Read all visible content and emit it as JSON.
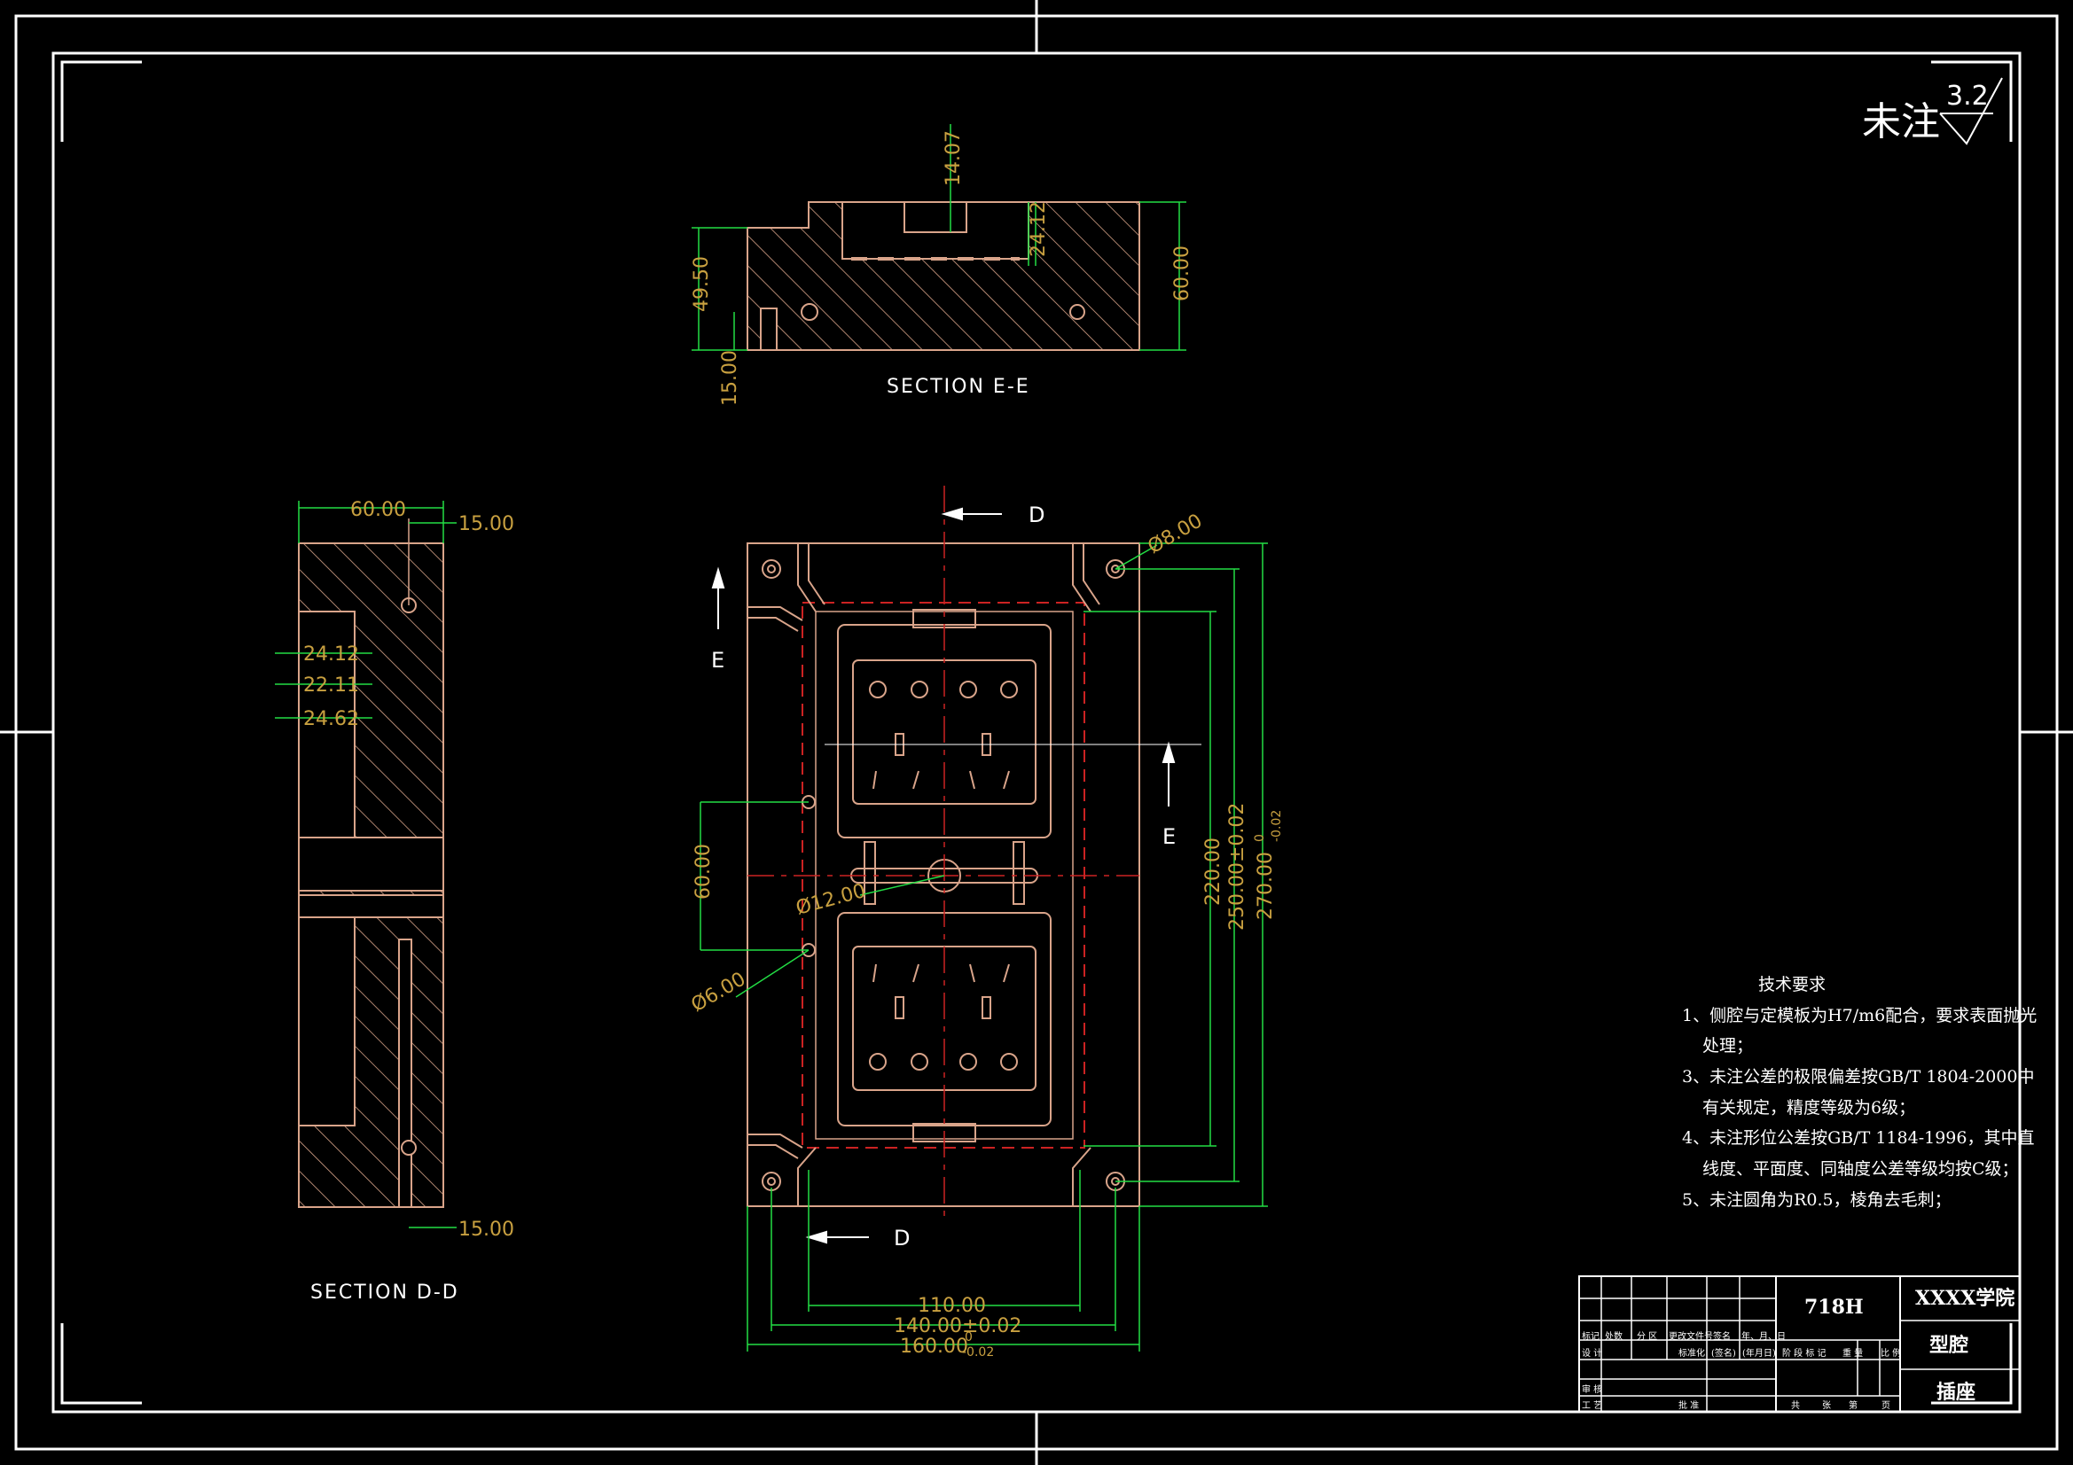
{
  "colors": {
    "background": "#000000",
    "frame": "#ffffff",
    "part_outline": "#d9a48a",
    "dimension": "#c8a040",
    "dim_line": "#22dd44",
    "leader_cyan": "#33ccdd",
    "center_line": "#cc2222",
    "text": "#ffffff"
  },
  "surface_note": {
    "label": "未注",
    "value": "3.2"
  },
  "section_ee": {
    "title": "SECTION E-E",
    "dims": [
      "14.07",
      "24.12",
      "49.50",
      "60.00",
      "15.00"
    ]
  },
  "section_dd": {
    "title": "SECTION D-D",
    "dims": [
      "60.00",
      "15.00",
      "24.12",
      "22.11",
      "24.62",
      "15.00"
    ]
  },
  "plan_view": {
    "section_marks": [
      "D",
      "E",
      "E",
      "D"
    ],
    "dims": {
      "hole_large": "Ø8.00",
      "hole_center": "Ø12.00",
      "hole_small": "Ø6.00",
      "vert_60": "60.00",
      "vert_220": "220.00",
      "vert_250": "250.00±0.02",
      "vert_270": "270.00",
      "vert_270_tol_top": "0",
      "vert_270_tol_bottom": "-0.02",
      "horiz_110": "110.00",
      "horiz_140": "140.00±0.02",
      "horiz_160": "160.00",
      "horiz_160_tol_top": "0",
      "horiz_160_tol_bottom": "-0.02"
    }
  },
  "tech_requirements": {
    "title": "技术要求",
    "lines": [
      "1、侧腔与定模板为H7/m6配合，要求表面抛光",
      "处理；",
      "3、未注公差的极限偏差按GB/T 1804-2000中",
      "有关规定，精度等级为6级；",
      "4、未注形位公差按GB/T 1184-1996，其中直",
      "线度、平面度、同轴度公差等级均按C级；",
      "5、未注圆角为R0.5，棱角去毛刺；"
    ]
  },
  "title_block": {
    "material": "718H",
    "school": "XXXX学院",
    "part_type": "型腔",
    "part_name": "插座",
    "row_labels": [
      "标记",
      "处数",
      "分 区",
      "更改文件号",
      "签名",
      "年、月、日"
    ],
    "design_row": [
      "设 计",
      "标准化",
      "(签名)",
      "(年月日)"
    ],
    "stage_row": [
      "阶 段 标 记",
      "重 量",
      "比 例"
    ],
    "review_row": [
      "审 核"
    ],
    "process_row": [
      "工 艺",
      "批 准"
    ],
    "sheet_row": [
      "共",
      "张",
      "第",
      "页"
    ]
  }
}
